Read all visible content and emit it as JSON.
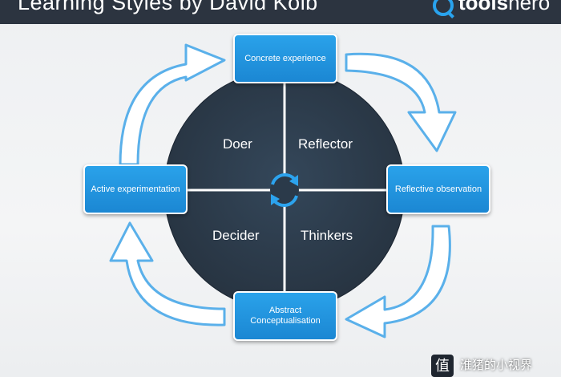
{
  "header": {
    "title": "Learning Styles by David Kolb",
    "brand_prefix": "tools",
    "brand_suffix": "hero"
  },
  "stages": {
    "top": "Concrete experience",
    "right": "Reflective observation",
    "bottom": "Abstract Conceptualisation",
    "left": "Active experimentation"
  },
  "quadrants": {
    "top_left": "Doer",
    "top_right": "Reflector",
    "bottom_left": "Decider",
    "bottom_right": "Thinkers"
  },
  "watermark": {
    "logo_glyph": "值",
    "text": "淮猪的小视界"
  },
  "colors": {
    "circle": "#2b3a4a",
    "box": "#1f8fdc",
    "header_bar": "#2c3440",
    "arrow_stroke": "#5ab0ea"
  },
  "icons": [
    "search-icon",
    "refresh-cycle-icon"
  ]
}
